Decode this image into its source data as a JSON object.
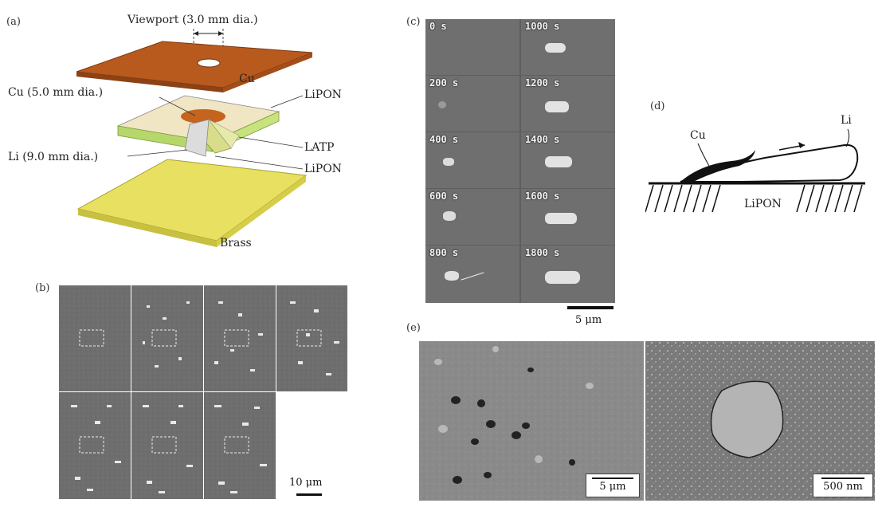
{
  "panels": {
    "a": {
      "letter": "(a)",
      "viewport": "Viewport (3.0 mm dia.)",
      "cu_top": "Cu",
      "cu_inner": "Cu (5.0 mm dia.)",
      "lipon_top": "LiPON",
      "latp": "LATP",
      "li": "Li (9.0 mm dia.)",
      "lipon_bottom": "LiPON",
      "brass": "Brass",
      "colors": {
        "cu": "#b85a1e",
        "latp": "#b6d86a",
        "lipon": "#f1e6c4",
        "brass": "#e8e060"
      }
    },
    "b": {
      "letter": "(b)",
      "scale": "10 μm"
    },
    "c": {
      "letter": "(c)",
      "frames": [
        "0 s",
        "200 s",
        "400 s",
        "600 s",
        "800 s",
        "1000 s",
        "1200 s",
        "1400 s",
        "1600 s",
        "1800 s"
      ],
      "scale": "5 μm"
    },
    "d": {
      "letter": "(d)",
      "cu": "Cu",
      "li": "Li",
      "lipon": "LiPON"
    },
    "e": {
      "letter": "(e)",
      "scale_left": "5 μm",
      "scale_right": "500 nm"
    }
  }
}
